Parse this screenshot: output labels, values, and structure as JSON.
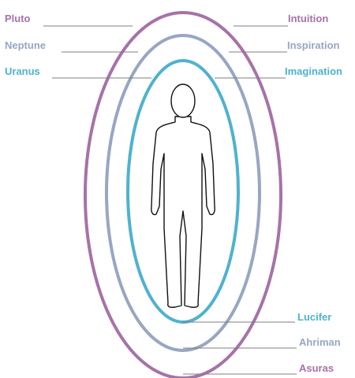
{
  "colors": {
    "outer": "#a672a8",
    "middle": "#97a7c2",
    "inner": "#4fb2cf",
    "leader_line": "#7f7f7f",
    "figure_stroke": "#111111"
  },
  "rings": [
    {
      "planet": "Pluto",
      "faculty": "Intuition",
      "being": "Asuras",
      "color_key": "outer"
    },
    {
      "planet": "Neptune",
      "faculty": "Inspiration",
      "being": "Ahriman",
      "color_key": "middle"
    },
    {
      "planet": "Uranus",
      "faculty": "Imagination",
      "being": "Lucifer",
      "color_key": "inner"
    }
  ]
}
